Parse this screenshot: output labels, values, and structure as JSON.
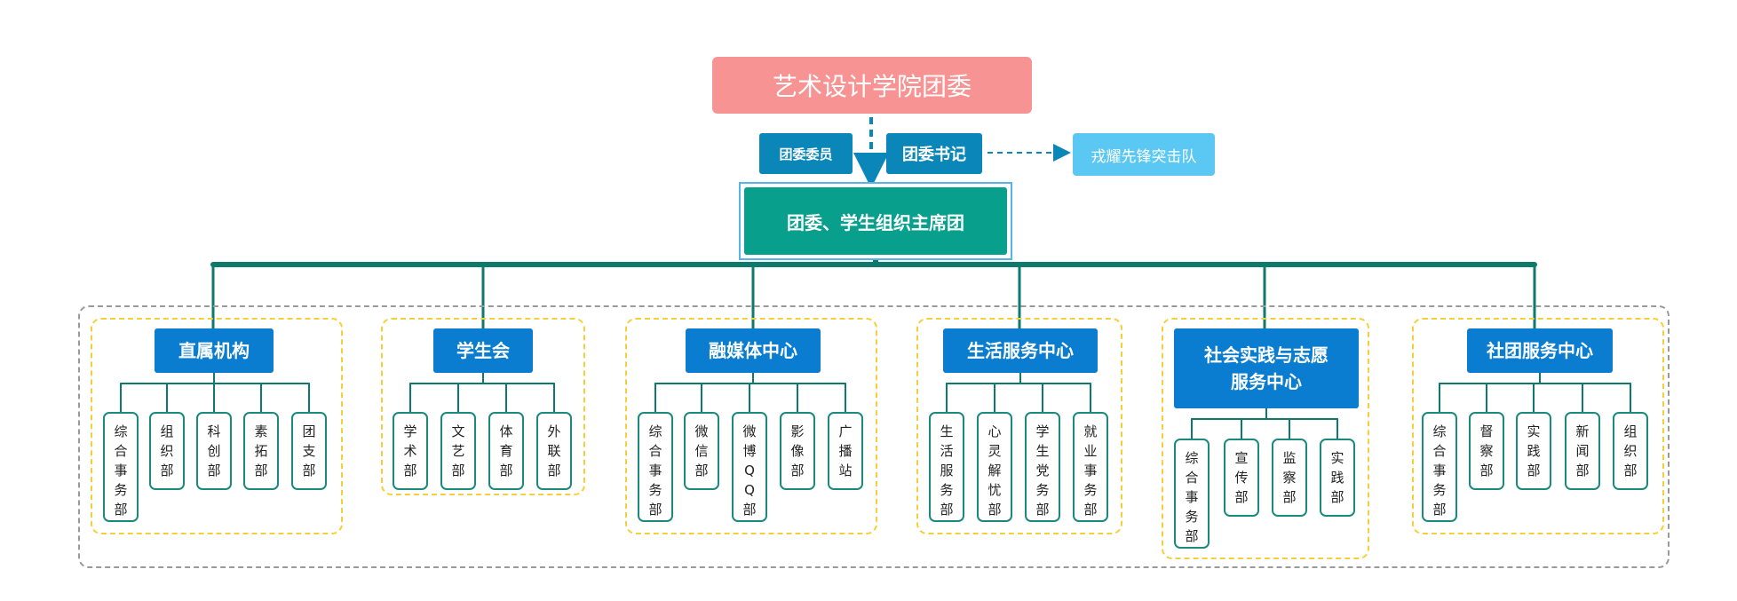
{
  "top": {
    "title": "艺术设计学院团委"
  },
  "member": "团委委员",
  "secretary": "团委书记",
  "squad": "戎耀先锋突击队",
  "presidium": "团委、学生组织主席团",
  "groups": [
    {
      "name": "直属机构",
      "depts": [
        "综合事务部",
        "组织部",
        "科创部",
        "素拓部",
        "团支部"
      ]
    },
    {
      "name": "学生会",
      "depts": [
        "学术部",
        "文艺部",
        "体育部",
        "外联部"
      ]
    },
    {
      "name": "融媒体中心",
      "depts": [
        "综合事务部",
        "微信部",
        "微博QQ部",
        "影像部",
        "广播站"
      ]
    },
    {
      "name": "生活服务中心",
      "depts": [
        "生活服务部",
        "心灵解忧部",
        "学生党务部",
        "就业事务部"
      ]
    },
    {
      "name": "社会实践与志愿\n服务中心",
      "depts": [
        "综合事务部",
        "宣传部",
        "监察部",
        "实践部"
      ]
    },
    {
      "name": "社团服务中心",
      "depts": [
        "综合事务部",
        "督察部",
        "实践部",
        "新闻部",
        "组织部"
      ]
    }
  ],
  "colors": {
    "top": "#f79393",
    "secretary": "#0a86b8",
    "squad": "#5ac8f2",
    "presidium": "#08a08c",
    "center": "#0a7dd0",
    "trunk": "#0e7a6e",
    "dept_border": "#1a8a7c",
    "group_dash": "#f5cf3a",
    "outer_dash": "#9a9a9a"
  }
}
